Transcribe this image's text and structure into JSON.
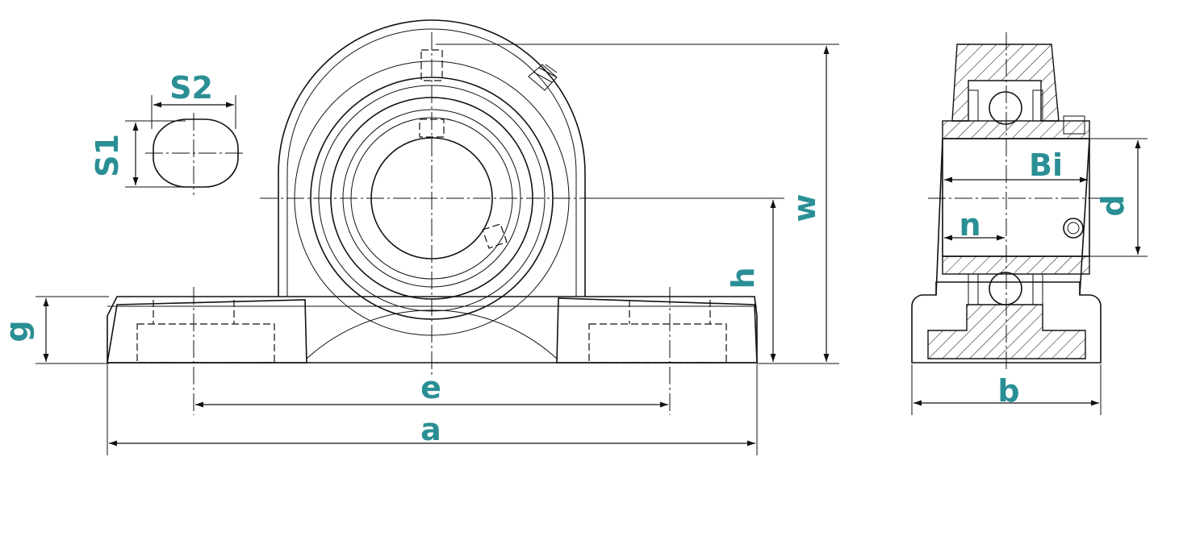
{
  "colors": {
    "label": "#2a8f95",
    "line": "#111111"
  },
  "labels": {
    "S2": "S2",
    "S1": "S1",
    "w": "w",
    "h": "h",
    "g": "g",
    "e": "e",
    "a": "a",
    "Bi": "Bi",
    "n": "n",
    "d": "d",
    "b": "b"
  }
}
